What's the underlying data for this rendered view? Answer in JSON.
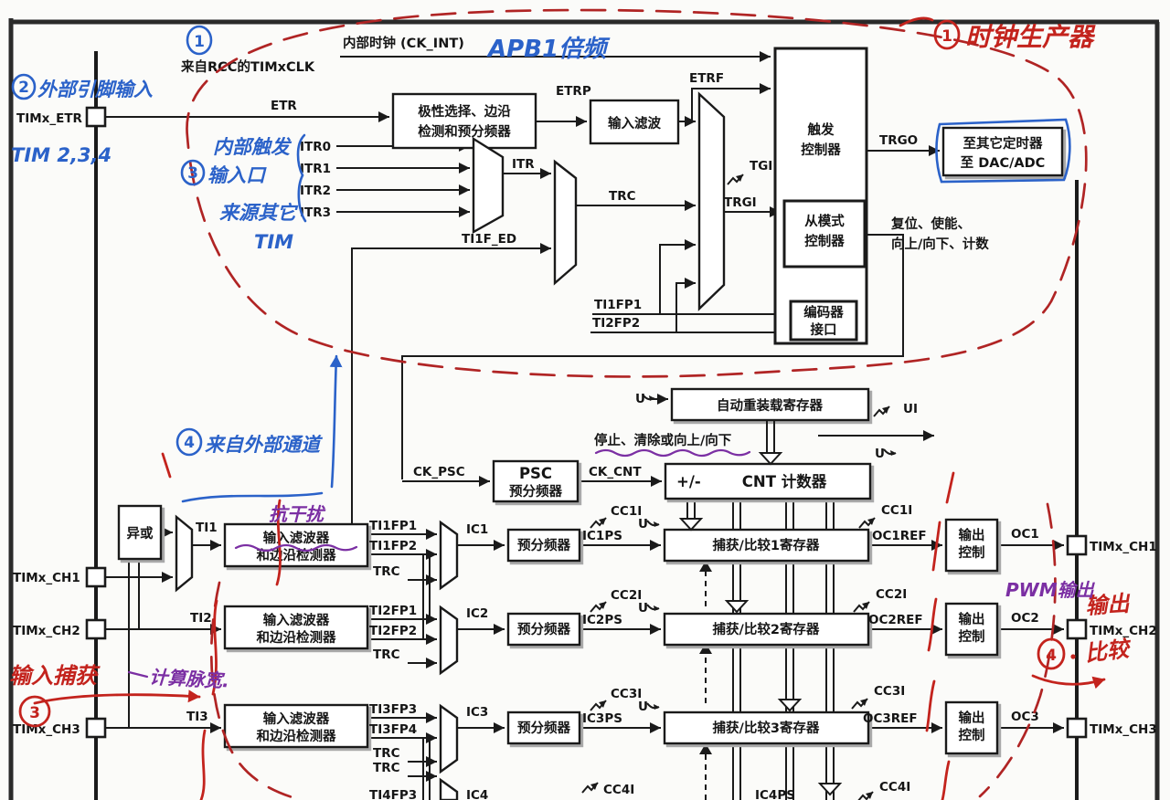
{
  "colors": {
    "blue_pen": "#2b62c9",
    "red_pen": "#c3231d",
    "purple_pen": "#7b2fa3",
    "diagram_ink": "#1a1a1a"
  },
  "pins": {
    "etr": "TIMx_ETR"
  },
  "clock": {
    "internal": "内部时钟 (CK_INT)",
    "from_rcc": "来自RCC的TIMxCLK"
  },
  "trigger": {
    "etr": "ETR",
    "etrp": "ETRP",
    "etrf": "ETRF",
    "polarity": [
      "极性选择、边沿",
      "检测和预分频器"
    ],
    "filter": "输入滤波",
    "itr": [
      "ITR0",
      "ITR1",
      "ITR2",
      "ITR3"
    ],
    "itr_out": "ITR",
    "trc": "TRC",
    "ti1f_ed": "TI1F_ED",
    "tgi": "TGI",
    "trgi": "TRGI",
    "trgo": "TRGO",
    "ctrl": [
      "触发",
      "控制器"
    ],
    "dest": [
      "至其它定时器",
      "至 DAC/ADC"
    ],
    "slave": [
      "从模式",
      "控制器"
    ],
    "slave_out": [
      "复位、使能、",
      "向上/向下、计数"
    ],
    "enc_in1": "TI1FP1",
    "enc_in2": "TI2FP2",
    "encoder": [
      "编码器",
      "接口"
    ]
  },
  "timebase": {
    "u": "U",
    "arr": "自动重装载寄存器",
    "ui": "UI",
    "u2": "U",
    "stop": "停止、清除或向上/向下",
    "ck_psc": "CK_PSC",
    "psc": [
      "PSC",
      "预分频器"
    ],
    "ck_cnt": "CK_CNT",
    "pm": "+/-",
    "cnt": "CNT 计数器"
  },
  "ch": {
    "xor": "异或",
    "filter": [
      "输入滤波器",
      "和边沿检测器"
    ],
    "prescaler": "预分频器",
    "rows": [
      {
        "ti": "TI1",
        "fp1": "TI1FP1",
        "fp2": "TI1FP2",
        "trc": "TRC",
        "ic": "IC1",
        "icps": "IC1PS",
        "cci": "CC1I",
        "u": "U",
        "reg": "捕获/比较1寄存器",
        "cci_r": "CC1I",
        "ocref": "OC1REF",
        "out1": "输出",
        "out2": "控制",
        "oc": "OC1",
        "pin_l": "TIMx_CH1",
        "pin_r": "TIMx_CH1"
      },
      {
        "ti": "TI2",
        "fp1": "TI2FP1",
        "fp2": "TI2FP2",
        "trc": "TRC",
        "ic": "IC2",
        "icps": "IC2PS",
        "cci": "CC2I",
        "u": "U",
        "reg": "捕获/比较2寄存器",
        "cci_r": "CC2I",
        "ocref": "OC2REF",
        "out1": "输出",
        "out2": "控制",
        "oc": "OC2",
        "pin_l": "TIMx_CH2",
        "pin_r": "TIMx_CH2"
      },
      {
        "ti": "TI3",
        "fp1": "TI3FP3",
        "fp2": "TI3FP4",
        "trc": "TRC",
        "ic": "IC3",
        "icps": "IC3PS",
        "cci": "CC3I",
        "u": "U",
        "reg": "捕获/比较3寄存器",
        "cci_r": "CC3I",
        "ocref": "OC3REF",
        "out1": "输出",
        "out2": "控制",
        "oc": "OC3",
        "pin_l": "TIMx_CH3",
        "pin_r": "TIMx_CH3"
      }
    ],
    "row4": {
      "trc": "TRC",
      "fp": "TI4FP3",
      "ic": "IC4",
      "icps": "IC4PS",
      "cci": "CC4I",
      "cci_r": "CC4I"
    }
  },
  "hand": {
    "blue": {
      "n1": "1",
      "apb1": "APB1倍频",
      "n2": "2",
      "ext_pin": "外部引脚输入",
      "tim234": "TIM 2,3,4",
      "internal_trig": "内部触发",
      "n3": "3",
      "input_port": "输入口",
      "from_other": "来源其它",
      "tim": "TIM",
      "n4": "4",
      "ext_ch": "来自外部通道"
    },
    "red": {
      "n1": "1",
      "clock_gen": "时钟生产器",
      "capture": "输入捕获",
      "n3": "3",
      "out": "输出",
      "n4": "4",
      "compare": "比较"
    },
    "purple": {
      "anti": "抗干扰",
      "pulse": "计算脉宽.",
      "pwm": "PWM输出"
    }
  }
}
